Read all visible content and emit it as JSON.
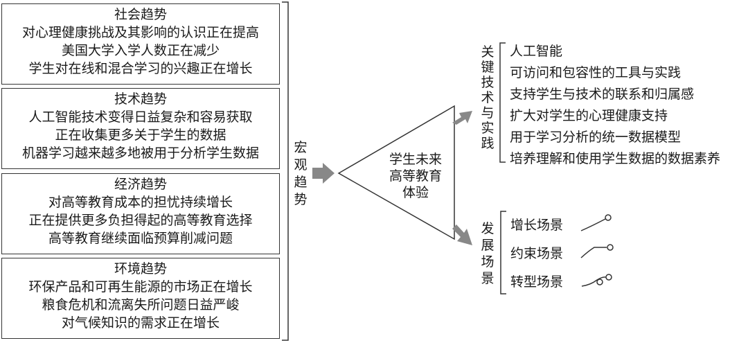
{
  "trend_boxes": [
    {
      "title": "社会趋势",
      "lines": [
        "对心理健康挑战及其影响的认识正在提高",
        "美国大学入学人数正在减少",
        "学生对在线和混合学习的兴趣正在增长"
      ]
    },
    {
      "title": "技术趋势",
      "lines": [
        "人工智能技术变得日益复杂和容易获取",
        "正在收集更多关于学生的数据",
        "机器学习越来越多地被用于分析学生数据"
      ]
    },
    {
      "title": "经济趋势",
      "lines": [
        "对高等教育成本的担忧持续增长",
        "正在提供更多负担得起的高等教育选择",
        "高等教育继续面临预算削减问题"
      ]
    },
    {
      "title": "环境趋势",
      "lines": [
        "环保产品和可再生能源的市场正在增长",
        "粮食危机和流离失所问题日益严峻",
        "对气候知识的需求正在增长"
      ]
    }
  ],
  "macro_label": [
    "宏",
    "观",
    "趋",
    "势"
  ],
  "center": [
    "学生未来",
    "高等教育",
    "体验"
  ],
  "key_tech_label": [
    "关",
    "键",
    "技",
    "术",
    "与",
    "实",
    "践"
  ],
  "key_tech_items": [
    "人工智能",
    "可访问和包容性的工具与实践",
    "支持学生与技术的联系和归属感",
    "扩大对学生的心理健康支持",
    "用于学习分析的统一数据模型",
    "培养理解和使用学生数据的数据素养"
  ],
  "scenario_label": [
    "发",
    "展",
    "场",
    "景"
  ],
  "scenario_items": [
    "增长场景",
    "约束场景",
    "转型场景"
  ]
}
